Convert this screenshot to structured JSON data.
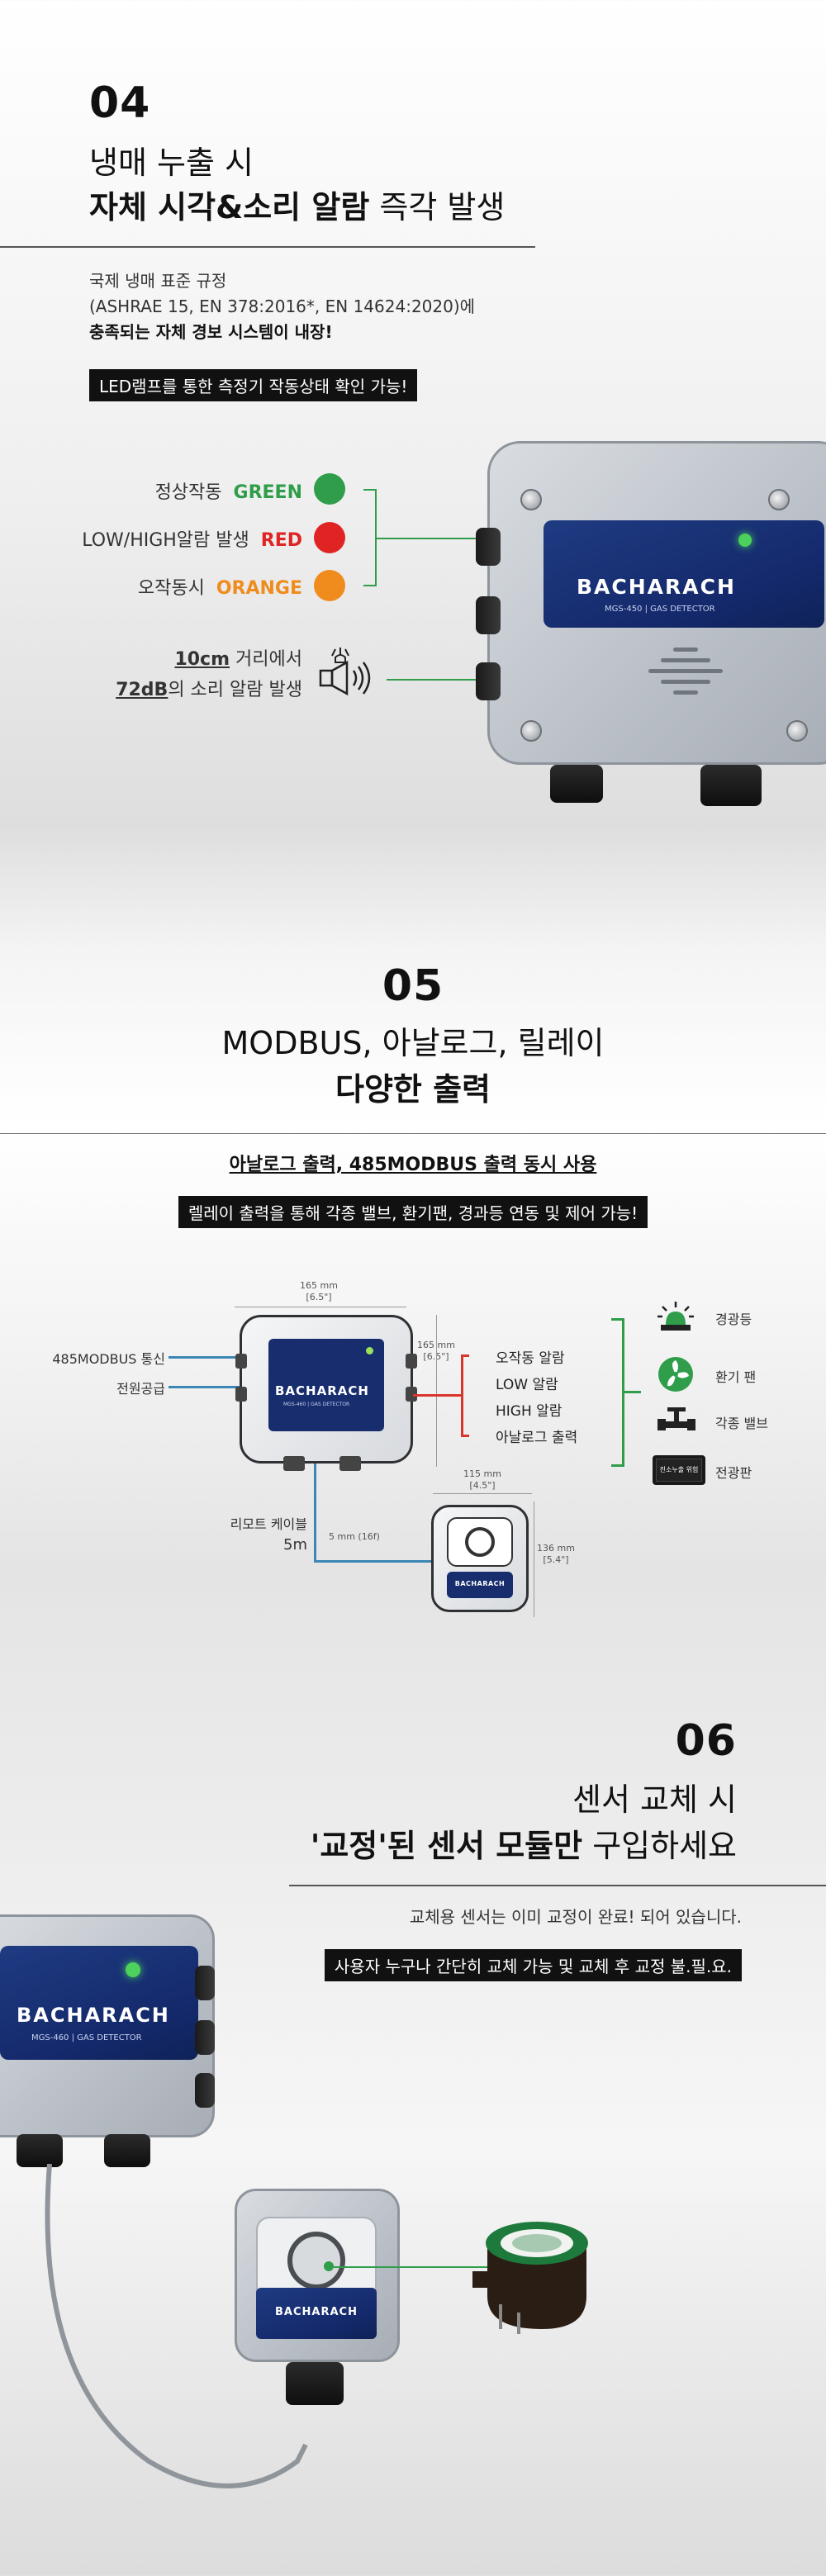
{
  "s04": {
    "number": "04",
    "line1": "냉매 누출 시",
    "line2_bold": "자체 시각&소리 알람",
    "line2_rest": " 즉각 발생",
    "desc1": "국제 냉매 표준 규정",
    "desc2": "(ASHRAE 15, EN 378:2016*, EN 14624:2020)에",
    "desc3_bold": "충족되는 자체 경보 시스템이 내장!",
    "tag": "LED램프를 통한 측정기 작동상태 확인 가능!",
    "status": [
      {
        "label": "정상작동",
        "color_name": "GREEN",
        "color": "#2f9d4a"
      },
      {
        "label": "LOW/HIGH알람 발생",
        "color_name": "RED",
        "color": "#e02424"
      },
      {
        "label": "오작동시",
        "color_name": "ORANGE",
        "color": "#f08c1e"
      }
    ],
    "sound_distance_bold": "10cm",
    "sound_distance_rest": " 거리에서",
    "sound_db_bold": "72dB",
    "sound_db_rest": "의 소리 알람 발생",
    "sound_icon": "speaker-alarm-icon",
    "device_brand": "BACHARACH",
    "device_model": "MGS-450",
    "device_sub": "GAS DETECTOR"
  },
  "s05": {
    "number": "05",
    "line1": "MODBUS, 아날로그, 릴레이",
    "line2_bold": "다양한 출력",
    "sub_bold": "아날로그 출력, 485MODBUS 출력 동시 사용",
    "tag": "렐레이 출력을 통해 각종 밸브, 환기팬, 경과등 연동 및 제어 가능!",
    "left_labels": [
      "485MODBUS 통신",
      "전원공급"
    ],
    "dim_width": "165 mm\n[6.5\"]",
    "dim_height": "165 mm\n[6.5\"]",
    "outputs": [
      "오작동 알람",
      "LOW 알람",
      "HIGH 알람",
      "아날로그 출력"
    ],
    "devices": [
      {
        "label": "경광등",
        "icon": "beacon-light-icon"
      },
      {
        "label": "환기 팬",
        "icon": "ventilation-fan-icon"
      },
      {
        "label": "각종 밸브",
        "icon": "valve-icon"
      },
      {
        "label": "전광판",
        "icon": "display-board-icon"
      }
    ],
    "board_text": "진소누출 위험",
    "remote_label": "리모트 케이블",
    "remote_length": "5m",
    "cable_dim": "5 mm (16f)",
    "mini_dim_width": "115 mm\n[4.5\"]",
    "mini_dim_height": "136 mm\n[5.4\"]",
    "device_brand": "BACHARACH",
    "device_model": "MGS-460",
    "device_sub": "GAS DETECTOR"
  },
  "s06": {
    "number": "06",
    "line1": "센서 교체 시",
    "line2_bold": "'교정'된 센서 모듈만",
    "line2_rest": " 구입하세요",
    "desc": "교체용 센서는 이미 교정이 완료! 되어 있습니다.",
    "tag": "사용자 누구나 간단히 교체 가능 및 교체 후 교정 불.필.요.",
    "device_brand": "BACHARACH",
    "device_model": "MGS-460",
    "device_sub": "GAS DETECTOR"
  }
}
